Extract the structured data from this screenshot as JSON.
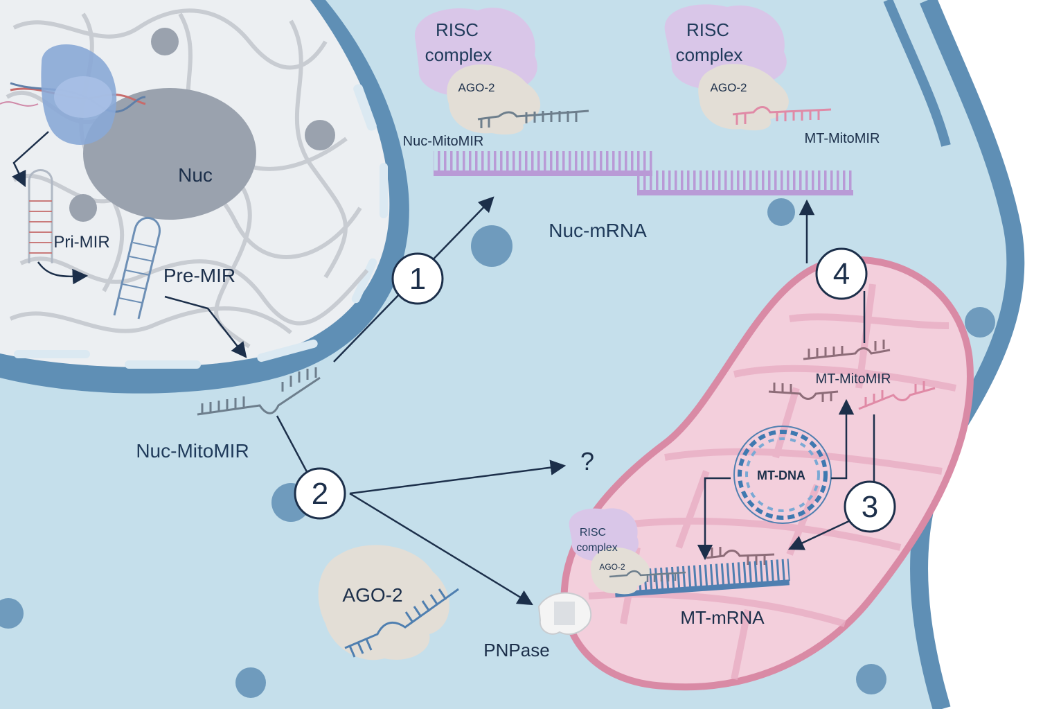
{
  "labels": {
    "nuc": "Nuc",
    "pri_mir": "Pri-MIR",
    "pre_mir": "Pre-MIR",
    "nuc_mitomir_cytoplasm": "Nuc-MitoMIR",
    "nuc_mitomir_top": "Nuc-MitoMIR",
    "nuc_mrna": "Nuc-mRNA",
    "mt_mitomir_top": "MT-MitoMIR",
    "mt_mitomir_inner": "MT-MitoMIR",
    "mt_dna": "MT-DNA",
    "mt_mrna": "MT-mRNA",
    "pnpase": "PNPase",
    "question": "?",
    "risc_1_line1": "RISC",
    "risc_1_line2": "complex",
    "risc_2_line1": "RISC",
    "risc_2_line2": "complex",
    "risc_3_line1": "RISC",
    "risc_3_line2": "complex",
    "ago_1": "AGO-2",
    "ago_2": "AGO-2",
    "ago_3": "AGO-2",
    "ago_free": "AGO-2"
  },
  "steps": [
    "1",
    "2",
    "3",
    "4"
  ],
  "colors": {
    "cytoplasm": "#c5dfeb",
    "membrane": "#5f8fb5",
    "nucleus": "#eceff2",
    "nucleolus": "#9aa2ae",
    "risc": "#d9c6e8",
    "ago": "#e3ded6",
    "mitochondrion": "#f3cfdc",
    "mito_border": "#d98aa5",
    "arrow": "#1c2f4a",
    "mrna_nuc": "#b99ad6",
    "mrna_mt": "#4f7fb0"
  }
}
